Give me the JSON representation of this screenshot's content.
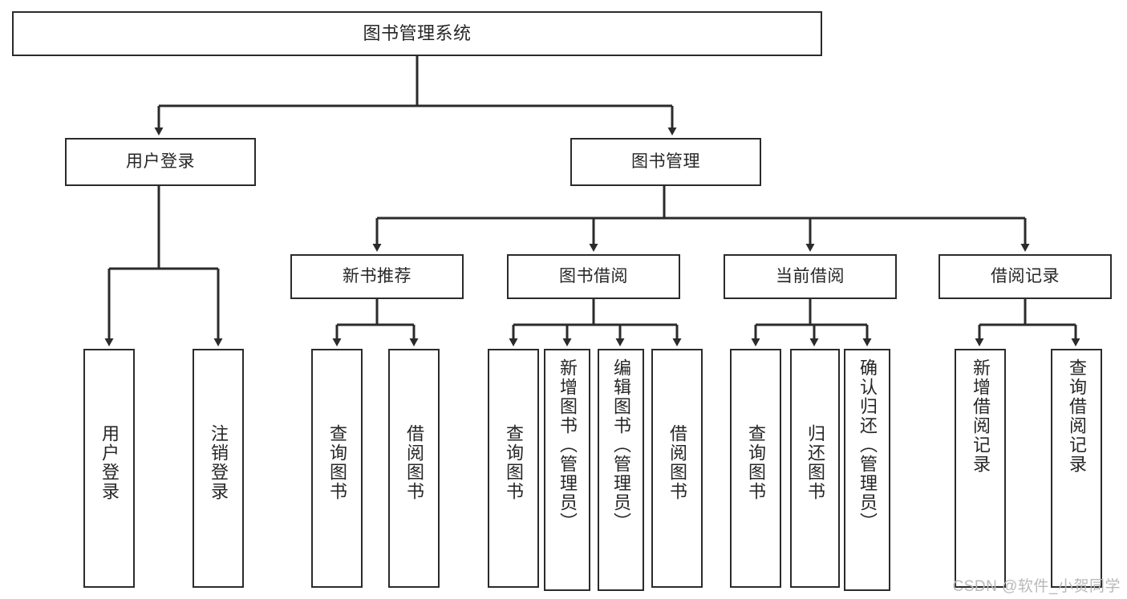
{
  "diagram": {
    "title": "图书管理系统",
    "type": "hierarchy-tree",
    "watermark": "CSDN @软件_小贺同学",
    "colors": {
      "border": "#2b2b2b",
      "background": "#ffffff",
      "text": "#262626",
      "connector": "#2b2b2b",
      "watermark": "#b9b9b9"
    },
    "root": {
      "label": "图书管理系统"
    },
    "level1": [
      {
        "label": "用户登录"
      },
      {
        "label": "图书管理"
      }
    ],
    "level2": [
      {
        "label": "新书推荐"
      },
      {
        "label": "图书借阅"
      },
      {
        "label": "当前借阅"
      },
      {
        "label": "借阅记录"
      }
    ],
    "leaves": {
      "user_login": [
        {
          "label": "用户登录"
        },
        {
          "label": "注销登录"
        }
      ],
      "new_book_recommend": [
        {
          "label": "查询图书"
        },
        {
          "label": "借阅图书"
        }
      ],
      "book_borrow": [
        {
          "label": "查询图书"
        },
        {
          "label": "新增图书（管理员）"
        },
        {
          "label": "编辑图书（管理员）"
        },
        {
          "label": "借阅图书"
        }
      ],
      "current_borrow": [
        {
          "label": "查询图书"
        },
        {
          "label": "归还图书"
        },
        {
          "label": "确认归还（管理员）"
        }
      ],
      "borrow_record": [
        {
          "label": "新增借阅记录"
        },
        {
          "label": "查询借阅记录"
        }
      ]
    }
  }
}
